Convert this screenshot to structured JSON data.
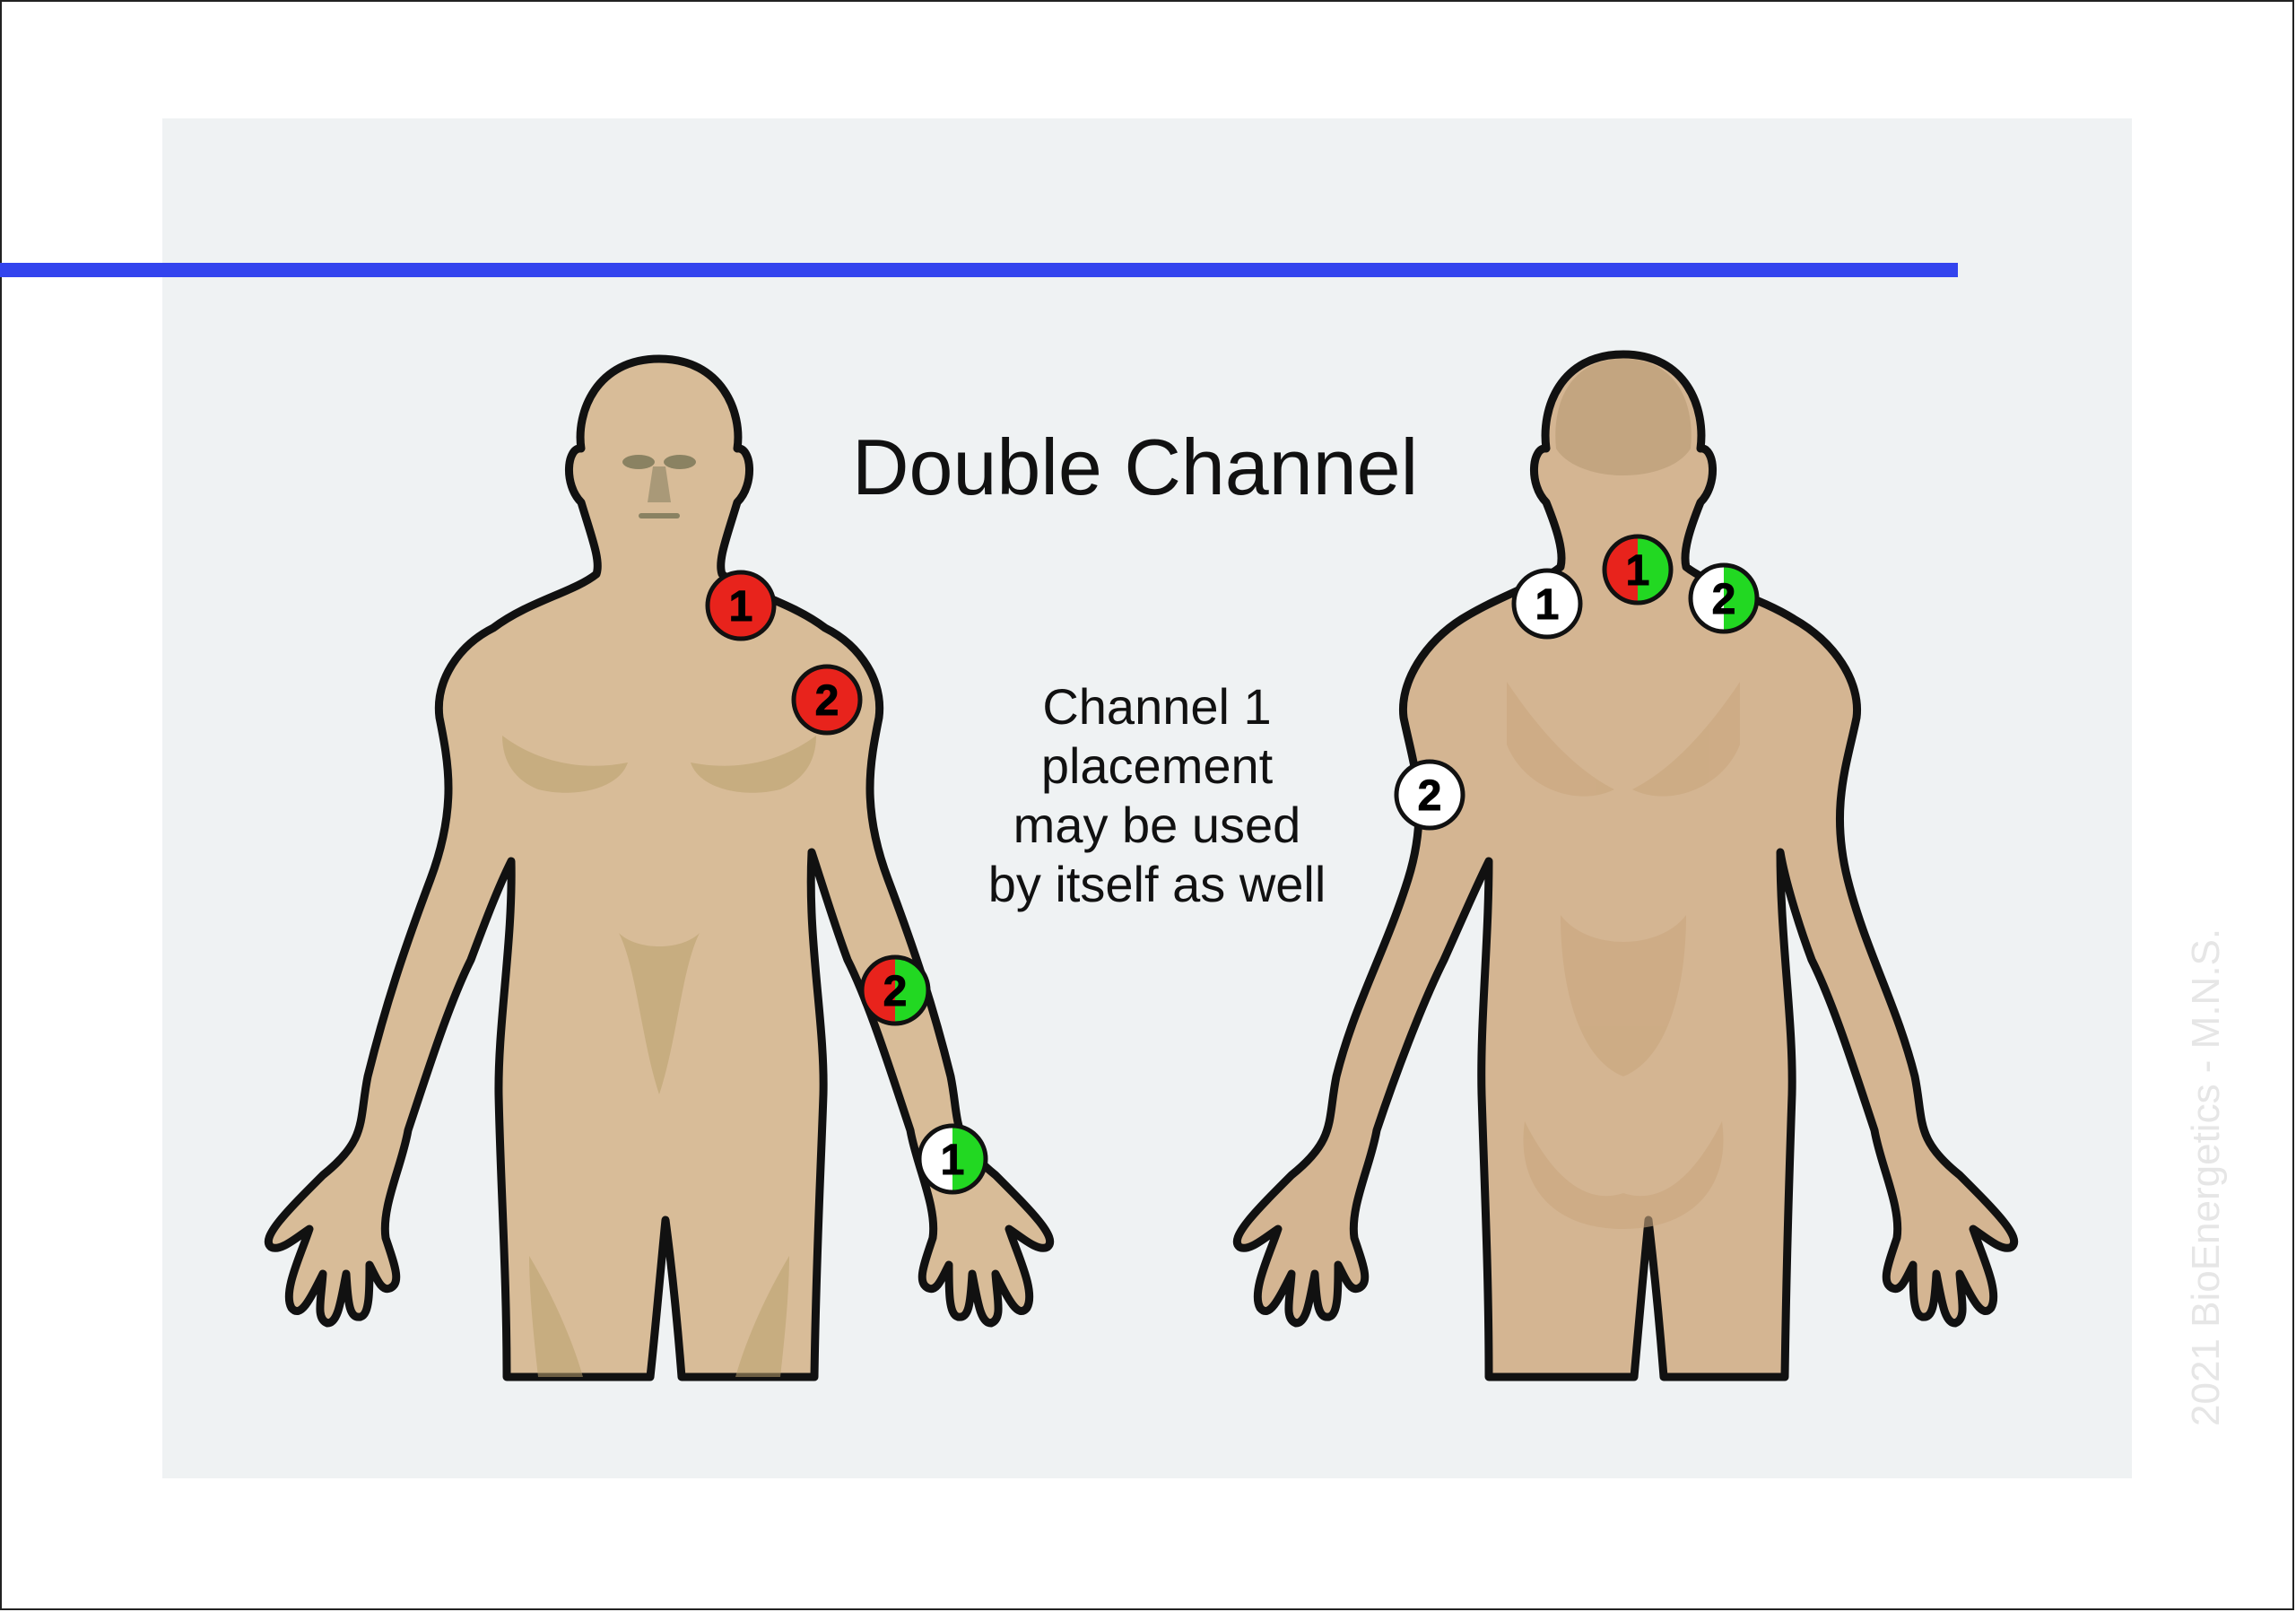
{
  "title": "Double Channel",
  "note": [
    "Channel 1",
    "placement",
    "may be used",
    "by itself as well"
  ],
  "watermark": "2021 BioEnergetics - M.N.S.",
  "colors": {
    "accent_line": "#3344ee",
    "red": "#e8231c",
    "green": "#22d822",
    "white": "#ffffff",
    "skin": "#d8bc98",
    "outline": "#111111",
    "panel": "#eff2f3"
  },
  "front_markers": [
    {
      "label": "1",
      "style": "red"
    },
    {
      "label": "2",
      "style": "red"
    },
    {
      "label": "2",
      "style": "red-green"
    },
    {
      "label": "1",
      "style": "white-green"
    }
  ],
  "back_markers": [
    {
      "label": "1",
      "style": "white"
    },
    {
      "label": "1",
      "style": "red-green"
    },
    {
      "label": "2",
      "style": "white-green"
    },
    {
      "label": "2",
      "style": "white"
    }
  ]
}
